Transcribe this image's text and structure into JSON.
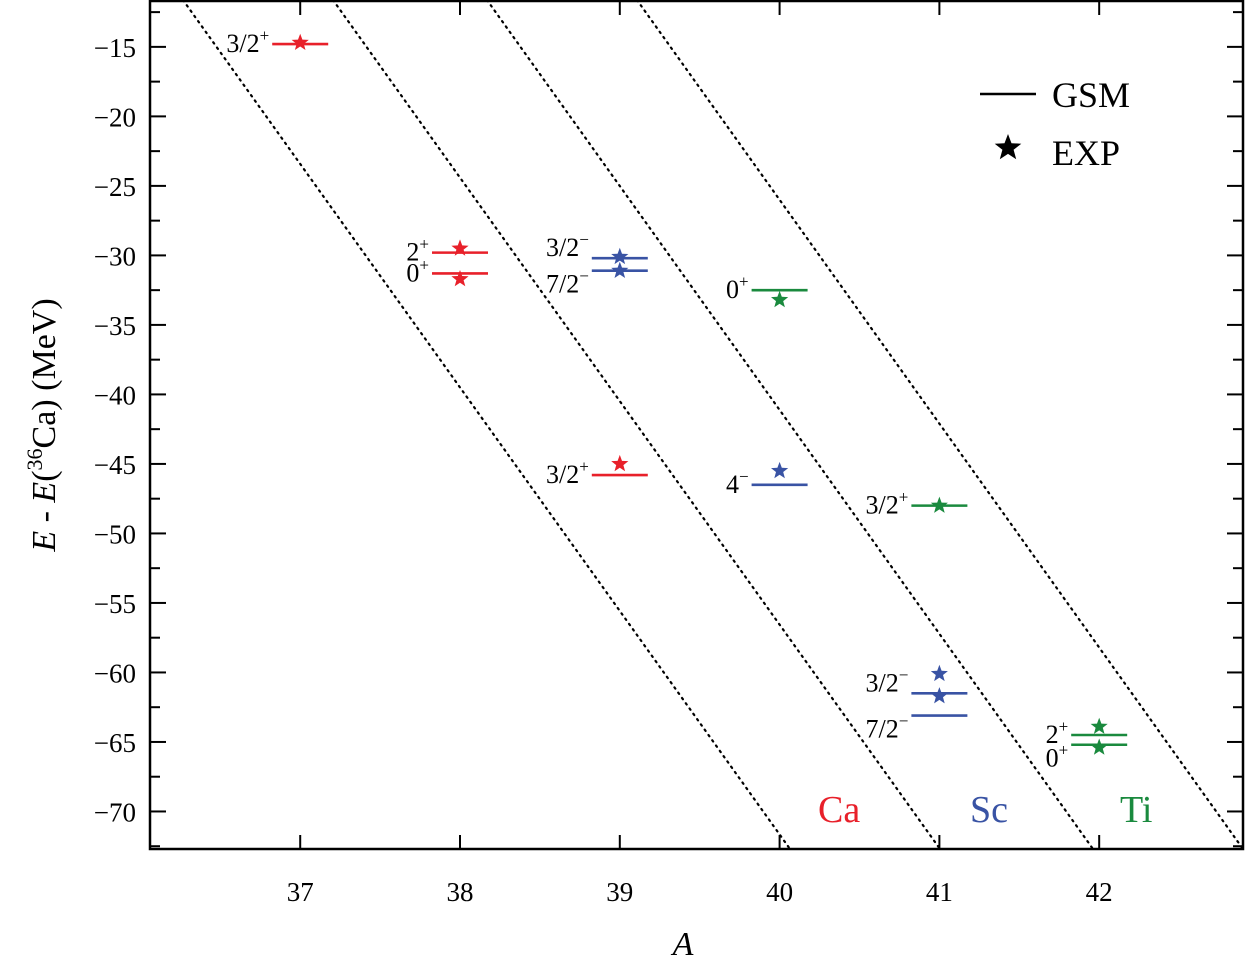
{
  "chart_data": {
    "type": "scatter",
    "title": "",
    "xlabel": "A",
    "ylabel": "E - E(36Ca) (MeV)",
    "ylabel_parts": {
      "e1": "E",
      "dash": " - ",
      "e2": "E",
      "open": "(",
      "sup": "36",
      "elem": "Ca",
      "close": ")",
      "unit": " (MeV)"
    },
    "xlim": [
      36.06,
      42.9
    ],
    "ylim": [
      -72.7,
      -11.7
    ],
    "x_ticks": [
      37,
      38,
      39,
      40,
      41,
      42
    ],
    "y_ticks": [
      -15,
      -20,
      -25,
      -30,
      -35,
      -40,
      -45,
      -50,
      -55,
      -60,
      -65,
      -70
    ],
    "y_tick_labels": [
      "−15",
      "−20",
      "−25",
      "−30",
      "−35",
      "−40",
      "−45",
      "−50",
      "−55",
      "−60",
      "−65",
      "−70"
    ],
    "legend": [
      {
        "label": "GSM",
        "marker": "line"
      },
      {
        "label": "EXP",
        "marker": "star"
      }
    ],
    "legend_position": "upper right",
    "element_labels": [
      {
        "text": "Ca",
        "color": "#e8202a",
        "x": 40.45
      },
      {
        "text": "Sc",
        "color": "#3953a4",
        "x": 41.25
      },
      {
        "text": "Ti",
        "color": "#1a8a3e",
        "x": 42.25
      }
    ],
    "series": [
      {
        "name": "Ca",
        "color": "#e8202a",
        "levels": [
          {
            "A": 37,
            "label": "3/2",
            "parity": "+",
            "gsm": -14.8,
            "exp": -14.7
          },
          {
            "A": 38,
            "label": "2",
            "parity": "+",
            "gsm": -29.8,
            "exp": -29.5
          },
          {
            "A": 38,
            "label": "0",
            "parity": "+",
            "gsm": -31.3,
            "exp": -31.7
          },
          {
            "A": 39,
            "label": "3/2",
            "parity": "+",
            "gsm": -45.8,
            "exp": -45.0
          }
        ]
      },
      {
        "name": "Sc",
        "color": "#3953a4",
        "levels": [
          {
            "A": 39,
            "label": "3/2",
            "parity": "−",
            "gsm": -30.2,
            "exp": -30.1
          },
          {
            "A": 39,
            "label": "7/2",
            "parity": "−",
            "gsm": -31.1,
            "exp": -31.1
          },
          {
            "A": 40,
            "label": "4",
            "parity": "−",
            "gsm": -46.5,
            "exp": -45.5
          },
          {
            "A": 41,
            "label": "3/2",
            "parity": "−",
            "gsm": -61.5,
            "exp": -60.1
          },
          {
            "A": 41,
            "label": "7/2",
            "parity": "−",
            "gsm": -63.1,
            "exp": -61.7
          }
        ]
      },
      {
        "name": "Ti",
        "color": "#1a8a3e",
        "levels": [
          {
            "A": 40,
            "label": "0",
            "parity": "+",
            "gsm": -32.5,
            "exp": -33.2
          },
          {
            "A": 41,
            "label": "3/2",
            "parity": "+",
            "gsm": -48.0,
            "exp": -48.0
          },
          {
            "A": 42,
            "label": "2",
            "parity": "+",
            "gsm": -64.5,
            "exp": -63.9
          },
          {
            "A": 42,
            "label": "0",
            "parity": "+",
            "gsm": -65.2,
            "exp": -65.4
          }
        ]
      }
    ],
    "dotted_guides": 4
  }
}
